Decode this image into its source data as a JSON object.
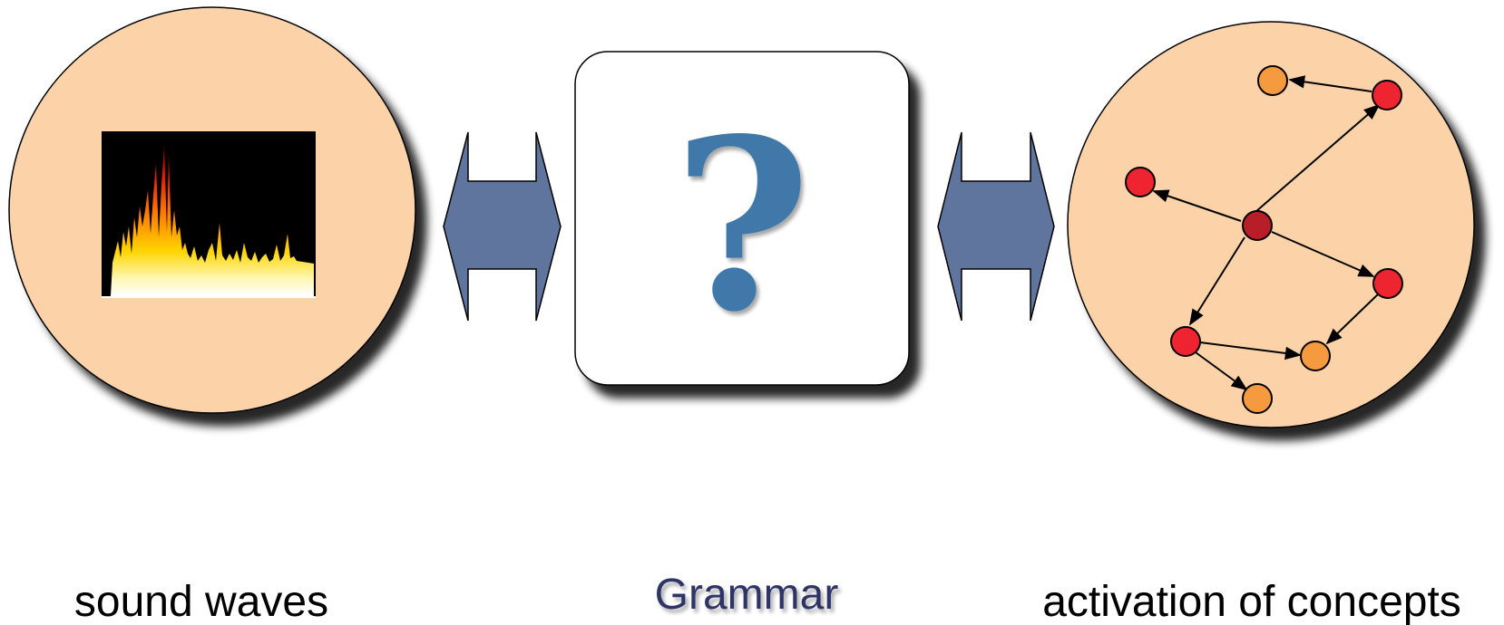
{
  "diagram": {
    "left_label": "sound waves",
    "center_label": "Grammar",
    "right_label": "activation of concepts",
    "center_symbol": "?"
  },
  "colors": {
    "circle_fill": "#fcd3a8",
    "arrow_fill": "#60759e",
    "question_mark": "#3f78aa",
    "grammar_text": "#2d3566",
    "node_red": "#ee2430",
    "node_dark_red": "#b81e28",
    "node_orange": "#f59a3e"
  },
  "icons": {
    "left_circle_content": "sound-spectrum-icon",
    "right_circle_content": "concept-network-icon"
  }
}
